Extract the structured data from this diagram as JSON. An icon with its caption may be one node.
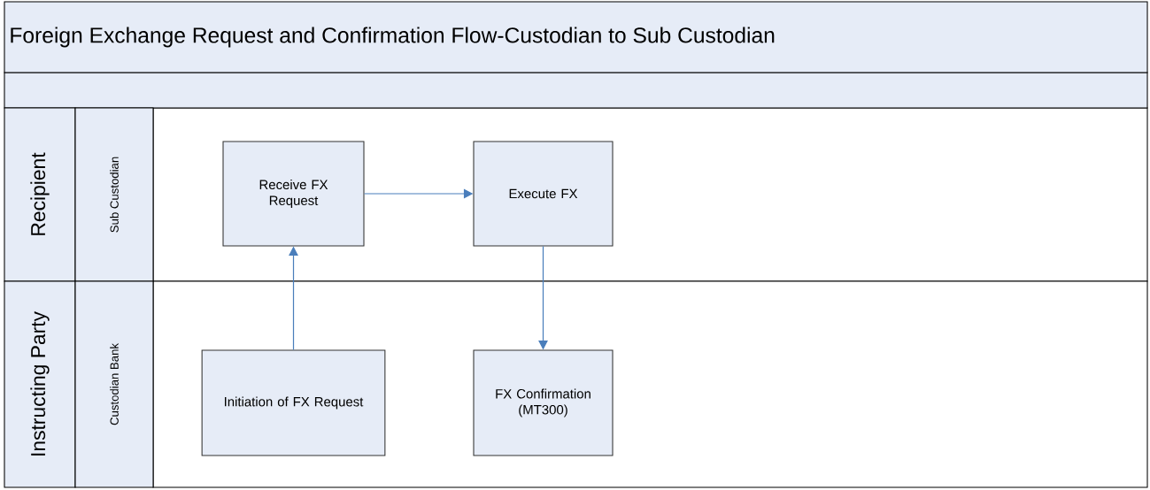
{
  "diagram": {
    "title": "Foreign Exchange Request and Confirmation Flow-Custodian to Sub Custodian",
    "nodes": [
      {
        "text": [
          "Recipient"
        ]
      },
      {
        "text": [
          "Sub Custodian"
        ]
      },
      {
        "text": [
          "Receive FX Request"
        ]
      },
      {
        "text": [
          "Execute FX"
        ]
      },
      {
        "text": [
          "Instructing Party"
        ]
      },
      {
        "text": [
          "Custodian Bank"
        ]
      },
      {
        "text": [
          "Initiation of FX Request"
        ]
      },
      {
        "text": [
          "FX Confirmation (MT300)"
        ]
      }
    ],
    "edges": [
      {
        "from": 2,
        "to": 3,
        "arrow": "to"
      },
      {
        "from": 6,
        "to": 2,
        "arrow": "to"
      },
      {
        "from": 3,
        "to": 7,
        "arrow": "to"
      }
    ]
  }
}
